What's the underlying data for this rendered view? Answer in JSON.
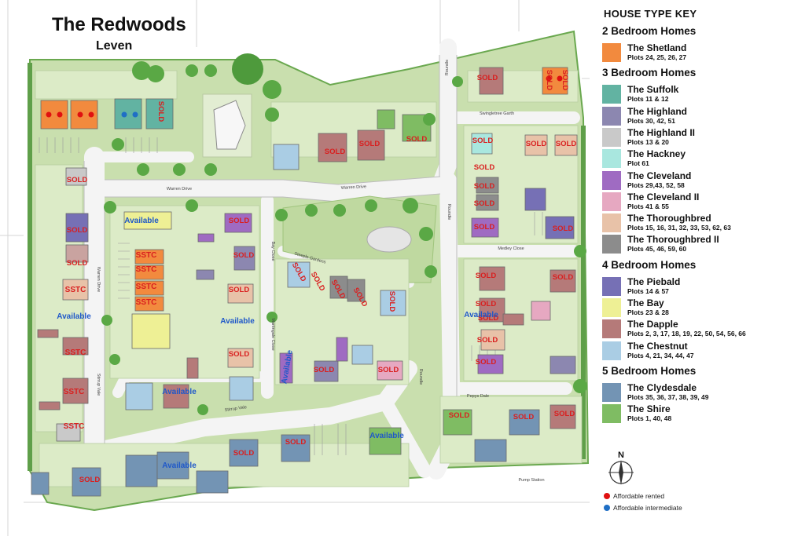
{
  "map": {
    "title": "The Redwoods",
    "subtitle": "Leven",
    "colors": {
      "grass": "#c9dfae",
      "grass_dark": "#9fc47c",
      "road": "#f2f2f2",
      "hedge": "#5f9f49",
      "tree": "#4e9a3c",
      "sold": "#d91f1f",
      "sstc": "#d91f1f",
      "available": "#1f58c9"
    },
    "streets": [
      "Warren Drive",
      "Warren Drive",
      "Swingletree Garth",
      "Medley Close",
      "Pepys Dale",
      "Stirrup Vale",
      "Stirrup Vale",
      "Warren Drive",
      "Roundle",
      "Roundle",
      "Roundle",
      "Steeple Gardens",
      "Martingale Close",
      "Bay Close",
      "Pump Station"
    ],
    "markers": [
      {
        "text": "SOLD",
        "status": "sold"
      },
      {
        "text": "SOLD",
        "status": "sold"
      },
      {
        "text": "SOLD",
        "status": "sold"
      },
      {
        "text": "SOLD",
        "status": "sold"
      },
      {
        "text": "SOLD",
        "status": "sold"
      },
      {
        "text": "SOLD",
        "status": "sold"
      },
      {
        "text": "SOLD",
        "status": "sold"
      },
      {
        "text": "SOLD",
        "status": "sold"
      },
      {
        "text": "SOLD",
        "status": "sold"
      },
      {
        "text": "SOLD",
        "status": "sold"
      },
      {
        "text": "SOLD",
        "status": "sold"
      },
      {
        "text": "SOLD",
        "status": "sold"
      },
      {
        "text": "SOLD",
        "status": "sold"
      },
      {
        "text": "SOLD",
        "status": "sold"
      },
      {
        "text": "SOLD",
        "status": "sold"
      },
      {
        "text": "SOLD",
        "status": "sold"
      },
      {
        "text": "SOLD",
        "status": "sold"
      },
      {
        "text": "SOLD",
        "status": "sold"
      },
      {
        "text": "SOLD",
        "status": "sold"
      },
      {
        "text": "SOLD",
        "status": "sold"
      },
      {
        "text": "SOLD",
        "status": "sold"
      },
      {
        "text": "SOLD",
        "status": "sold"
      },
      {
        "text": "SOLD",
        "status": "sold"
      },
      {
        "text": "SOLD",
        "status": "sold"
      },
      {
        "text": "SOLD",
        "status": "sold"
      },
      {
        "text": "SOLD",
        "status": "sold"
      },
      {
        "text": "SOLD",
        "status": "sold"
      },
      {
        "text": "SOLD",
        "status": "sold"
      },
      {
        "text": "SOLD",
        "status": "sold"
      },
      {
        "text": "SOLD",
        "status": "sold"
      },
      {
        "text": "SOLD",
        "status": "sold"
      },
      {
        "text": "SOLD",
        "status": "sold"
      },
      {
        "text": "SOLD",
        "status": "sold"
      },
      {
        "text": "SOLD",
        "status": "sold"
      },
      {
        "text": "SOLD",
        "status": "sold"
      },
      {
        "text": "SOLD",
        "status": "sold"
      },
      {
        "text": "SOLD",
        "status": "sold"
      },
      {
        "text": "SOLD",
        "status": "sold"
      },
      {
        "text": "SOLD",
        "status": "sold"
      },
      {
        "text": "SOLD",
        "status": "sold"
      },
      {
        "text": "SOLD",
        "status": "sold"
      },
      {
        "text": "SSTC",
        "status": "sstc"
      },
      {
        "text": "SSTC",
        "status": "sstc"
      },
      {
        "text": "SSTC",
        "status": "sstc"
      },
      {
        "text": "SSTC",
        "status": "sstc"
      },
      {
        "text": "SSTC",
        "status": "sstc"
      },
      {
        "text": "SSTC",
        "status": "sstc"
      },
      {
        "text": "SSTC",
        "status": "sstc"
      },
      {
        "text": "SSTC",
        "status": "sstc"
      },
      {
        "text": "Available",
        "status": "available"
      },
      {
        "text": "Available",
        "status": "available"
      },
      {
        "text": "Available",
        "status": "available"
      },
      {
        "text": "Available",
        "status": "available"
      },
      {
        "text": "Available",
        "status": "available"
      },
      {
        "text": "Available",
        "status": "available"
      },
      {
        "text": "Available",
        "status": "available"
      },
      {
        "text": "Available",
        "status": "available"
      }
    ],
    "compass_label": "N"
  },
  "key": {
    "title": "HOUSE TYPE KEY",
    "groups": [
      {
        "label": "2 Bedroom Homes",
        "types": [
          {
            "name": "The Shetland",
            "plots": "Plots 24, 25, 26, 27",
            "color": "#f28a3e"
          }
        ]
      },
      {
        "label": "3 Bedroom Homes",
        "types": [
          {
            "name": "The Suffolk",
            "plots": "Plots 11 & 12",
            "color": "#62b3a2"
          },
          {
            "name": "The Highland",
            "plots": "Plots 30, 42, 51",
            "color": "#8c87b0"
          },
          {
            "name": "The Highland II",
            "plots": "Plots 13 & 20",
            "color": "#c9c9c9"
          },
          {
            "name": "The Hackney",
            "plots": "Plot 61",
            "color": "#a9e7df"
          },
          {
            "name": "The Cleveland",
            "plots": "Plots 29,43, 52, 58",
            "color": "#9f6bc2"
          },
          {
            "name": "The Cleveland II",
            "plots": "Plots 41 & 55",
            "color": "#e6a8c1"
          },
          {
            "name": "The Thoroughbred",
            "plots": "Plots 15, 16, 31, 32, 33, 53, 62, 63",
            "color": "#e8c2a8"
          },
          {
            "name": "The Thoroughbred II",
            "plots": "Plots 45, 46, 59, 60",
            "color": "#8c8c8c"
          }
        ]
      },
      {
        "label": "4 Bedroom Homes",
        "types": [
          {
            "name": "The Piebald",
            "plots": "Plots 14 & 57",
            "color": "#7670b5"
          },
          {
            "name": "The Bay",
            "plots": "Plots 23 & 28",
            "color": "#eef095"
          },
          {
            "name": "The Dapple",
            "plots": "Plots 2, 3, 17, 18, 19, 22, 50, 54, 56, 66",
            "color": "#b57a79"
          },
          {
            "name": "The Chestnut",
            "plots": "Plots 4, 21, 34, 44, 47",
            "color": "#aacde4"
          }
        ]
      },
      {
        "label": "5 Bedroom Homes",
        "types": [
          {
            "name": "The Clydesdale",
            "plots": "Plots 35, 36, 37, 38, 39, 49",
            "color": "#7394b4"
          },
          {
            "name": "The Shire",
            "plots": "Plots 1, 40, 48",
            "color": "#7fbc63"
          }
        ]
      }
    ],
    "legend": [
      {
        "label": "Affordable rented",
        "color": "#e01010"
      },
      {
        "label": "Affordable intermediate",
        "color": "#1f6fc5"
      }
    ]
  }
}
